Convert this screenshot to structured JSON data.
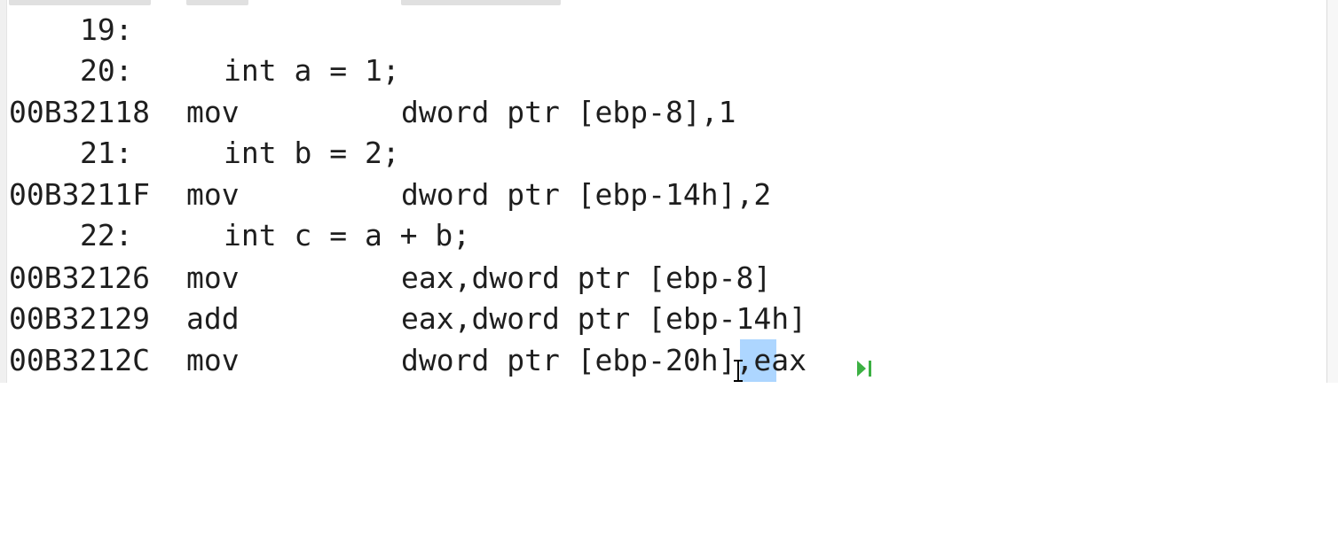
{
  "disassembly": {
    "lines": [
      {
        "kind": "source",
        "num": "19:",
        "code": ""
      },
      {
        "kind": "source",
        "num": "20:",
        "code": "int a = 1;"
      },
      {
        "kind": "asm",
        "addr": "00B32118",
        "op": "mov",
        "args": "dword ptr [ebp-8],1"
      },
      {
        "kind": "source",
        "num": "21:",
        "code": "int b = 2;"
      },
      {
        "kind": "asm",
        "addr": "00B3211F",
        "op": "mov",
        "args": "dword ptr [ebp-14h],2"
      },
      {
        "kind": "source",
        "num": "22:",
        "code": "int c = a + b;"
      },
      {
        "kind": "asm",
        "addr": "00B32126",
        "op": "mov",
        "args": "eax,dword ptr [ebp-8]"
      },
      {
        "kind": "asm",
        "addr": "00B32129",
        "op": "add",
        "args": "eax,dword ptr [ebp-14h]"
      },
      {
        "kind": "asm",
        "addr": "00B3212C",
        "op": "mov",
        "args": "dword ptr [ebp-20h],eax"
      }
    ]
  },
  "icons": {
    "step_icon": "run-to-cursor-icon",
    "step_icon_color": "#3cb043",
    "cursor": "text-ibeam-cursor"
  },
  "colors": {
    "selection": "#add6ff",
    "text": "#1e1e1e"
  }
}
